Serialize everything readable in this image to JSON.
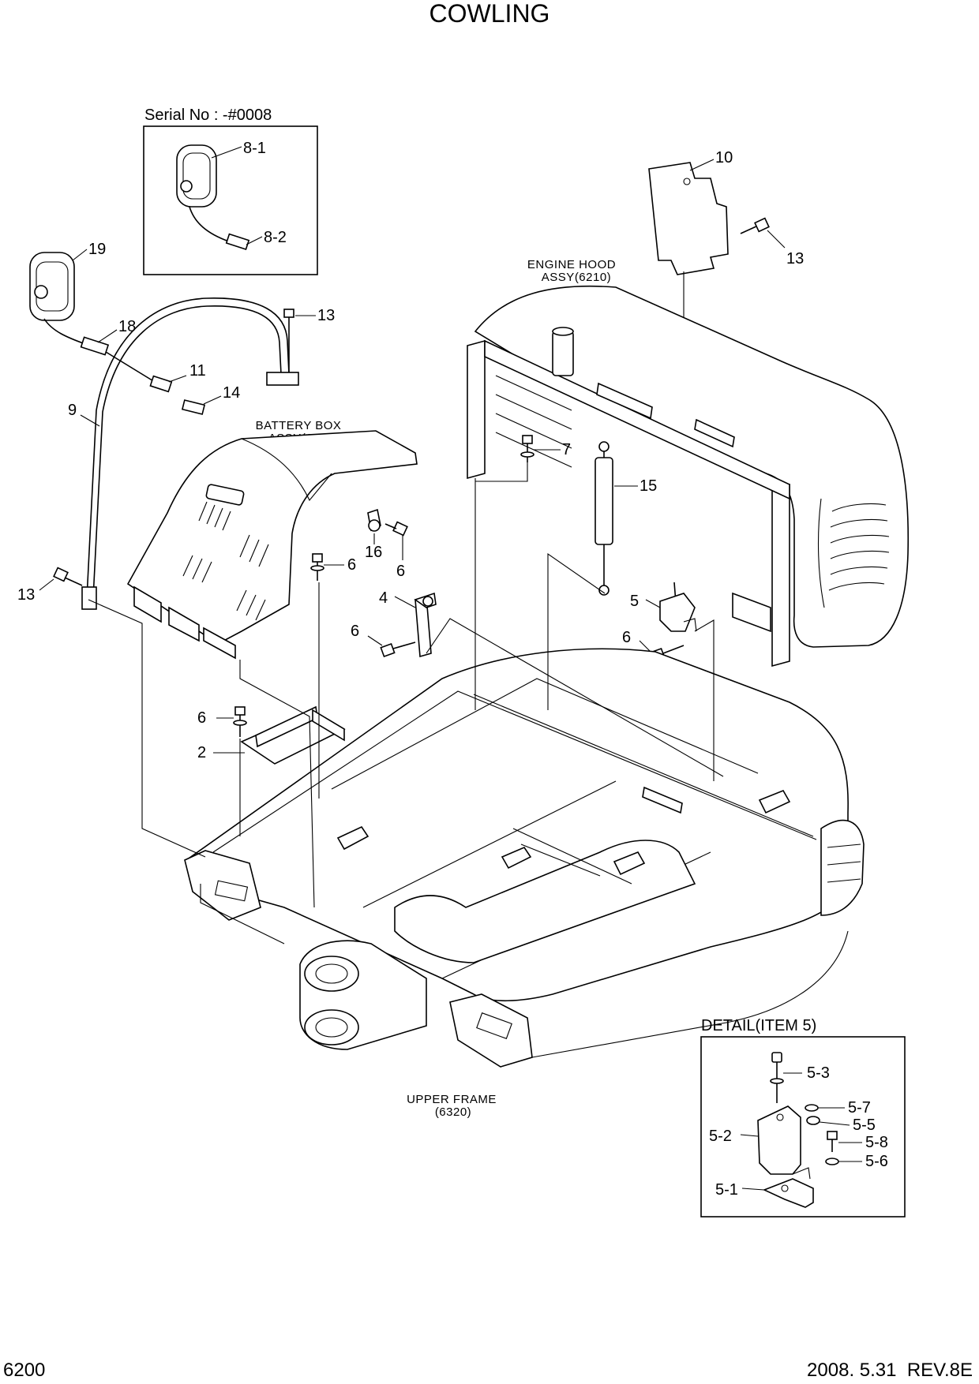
{
  "page": {
    "title": "COWLING",
    "page_number": "6200",
    "date_revision": "2008. 5.31  REV.8E"
  },
  "serial_box": {
    "label": "Serial No : -#0008",
    "callouts": [
      "8-1",
      "8-2"
    ]
  },
  "assemblies": {
    "engine_hood": [
      "ENGINE HOOD",
      "ASSY(6210)"
    ],
    "battery_box": [
      "BATTERY BOX",
      "ASSY(6220)"
    ],
    "upper_frame": [
      "UPPER FRAME",
      "(6320)"
    ]
  },
  "detail_box": {
    "label": "DETAIL(ITEM 5)",
    "callouts": [
      "5-3",
      "5-7",
      "5-5",
      "5-2",
      "5-8",
      "5-6",
      "5-1"
    ]
  },
  "callouts": [
    "19",
    "18",
    "11",
    "14",
    "9",
    "13",
    "13",
    "13",
    "10",
    "7",
    "15",
    "16",
    "6",
    "6",
    "6",
    "6",
    "6",
    "4",
    "5",
    "2"
  ]
}
